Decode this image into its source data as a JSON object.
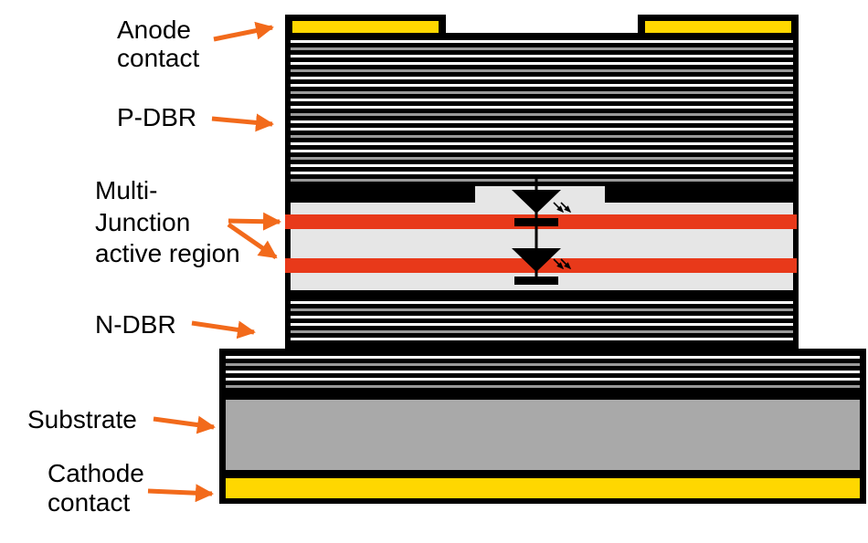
{
  "labels": {
    "anode": [
      "Anode",
      "contact"
    ],
    "p_dbr": "P-DBR",
    "active": [
      "Multi-",
      "Junction",
      "active region"
    ],
    "n_dbr": "N-DBR",
    "substrate": "Substrate",
    "cathode": [
      "Cathode",
      "contact"
    ]
  },
  "colors": {
    "arrow": "#F26A1B",
    "contact": "#FFD700",
    "active_layer": "#E8391A",
    "substrate": "#A9A9A9",
    "cavity": "#E6E6E6",
    "dbr_dark": "#000000",
    "dbr_light_gray": "#9A9A9A",
    "outline": "#000000"
  },
  "icons": [
    "diode-symbol-icon",
    "light-emission-arrows-icon"
  ]
}
